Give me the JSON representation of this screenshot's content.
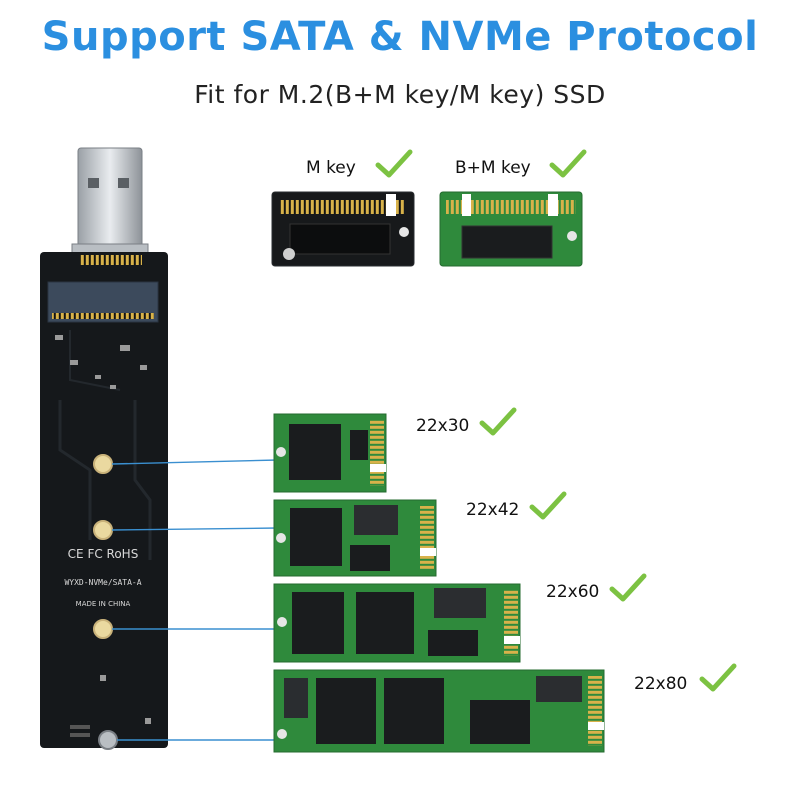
{
  "headline": "Support SATA & NVMe Protocol",
  "subheadline": "Fit for M.2(B+M key/M key) SSD",
  "key_types": [
    {
      "label": "M key",
      "supported": true
    },
    {
      "label": "B+M key",
      "supported": true
    }
  ],
  "ssd_sizes": [
    {
      "label": "22x30",
      "supported": true
    },
    {
      "label": "22x42",
      "supported": true
    },
    {
      "label": "22x60",
      "supported": true
    },
    {
      "label": "22x80",
      "supported": true
    }
  ],
  "adapter_board": {
    "certification_marks": "CE FC RoHS",
    "model_text": "WYXD-NVMe/SATA-A",
    "origin_text": "MADE IN CHINA"
  },
  "colors": {
    "headline": "#2b8fe0",
    "check": "#7cc242",
    "pcb_green": "#2f8a3c",
    "board_black": "#15181b",
    "leader_line": "#3a8fd0",
    "gold_contacts": "#d8b24a"
  }
}
